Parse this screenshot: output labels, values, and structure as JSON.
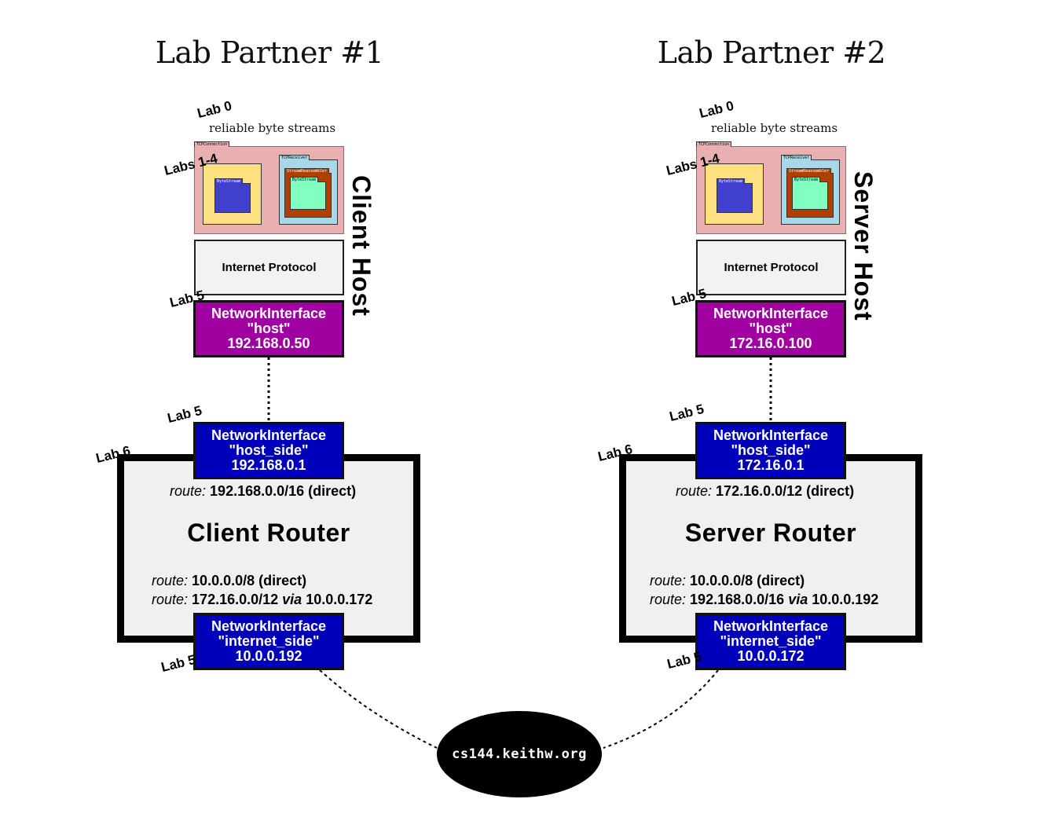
{
  "partners": [
    {
      "title": "Lab Partner #1",
      "host_label": "Client Host",
      "lab0": "Lab 0",
      "lab0_note": "reliable byte streams",
      "labs14": "Labs 1-4",
      "tcp_conn_tab": "TCPConnection",
      "tcp_recv_tab": "TCPReceiver",
      "bytestream_tab": "ByteStream",
      "reassembler_tab": "StreamReassembler",
      "inner_bytestream_tab": "ByteStream",
      "ip_label": "Internet Protocol",
      "host_ni": {
        "lab": "Lab 5",
        "line1": "NetworkInterface",
        "line2": "\"host\"",
        "line3": "192.168.0.50"
      },
      "host_side_ni": {
        "lab": "Lab 5",
        "line1": "NetworkInterface",
        "line2": "\"host_side\"",
        "line3": "192.168.0.1"
      },
      "router": {
        "lab": "Lab 6",
        "name": "Client Router",
        "route_top": {
          "kw": "route:",
          "val": "192.168.0.0/16 (direct)"
        },
        "route_a": {
          "kw": "route:",
          "val": "10.0.0.0/8 (direct)"
        },
        "route_b": {
          "kw": "route:",
          "val": "172.16.0.0/12",
          "via": "via",
          "gw": "10.0.0.172"
        }
      },
      "internet_ni": {
        "lab": "Lab 5",
        "line1": "NetworkInterface",
        "line2": "\"internet_side\"",
        "line3": "10.0.0.192"
      }
    },
    {
      "title": "Lab Partner #2",
      "host_label": "Server Host",
      "lab0": "Lab 0",
      "lab0_note": "reliable byte streams",
      "labs14": "Labs 1-4",
      "tcp_conn_tab": "TCPConnection",
      "tcp_recv_tab": "TCPReceiver",
      "bytestream_tab": "ByteStream",
      "reassembler_tab": "StreamReassembler",
      "inner_bytestream_tab": "ByteStream",
      "ip_label": "Internet Protocol",
      "host_ni": {
        "lab": "Lab 5",
        "line1": "NetworkInterface",
        "line2": "\"host\"",
        "line3": "172.16.0.100"
      },
      "host_side_ni": {
        "lab": "Lab 5",
        "line1": "NetworkInterface",
        "line2": "\"host_side\"",
        "line3": "172.16.0.1"
      },
      "router": {
        "lab": "Lab 6",
        "name": "Server Router",
        "route_top": {
          "kw": "route:",
          "val": "172.16.0.0/12 (direct)"
        },
        "route_a": {
          "kw": "route:",
          "val": "10.0.0.0/8 (direct)"
        },
        "route_b": {
          "kw": "route:",
          "val": "192.168.0.0/16",
          "via": "via",
          "gw": "10.0.0.192"
        }
      },
      "internet_ni": {
        "lab": "Lab 5",
        "line1": "NetworkInterface",
        "line2": "\"internet_side\"",
        "line3": "10.0.0.172"
      }
    }
  ],
  "cloud_label": "cs144.keithw.org",
  "colors": {
    "tcp_connection": "#e8b0b0",
    "sender_box": "#ffe080",
    "bytestream": "#4040cc",
    "receiver_box": "#a8d8e8",
    "reassembler": "#b04000",
    "inner_bytestream": "#80ffc0",
    "host_interface": "#a000a0",
    "router_interface": "#0000bb",
    "router_fill": "#f0f0f0"
  }
}
